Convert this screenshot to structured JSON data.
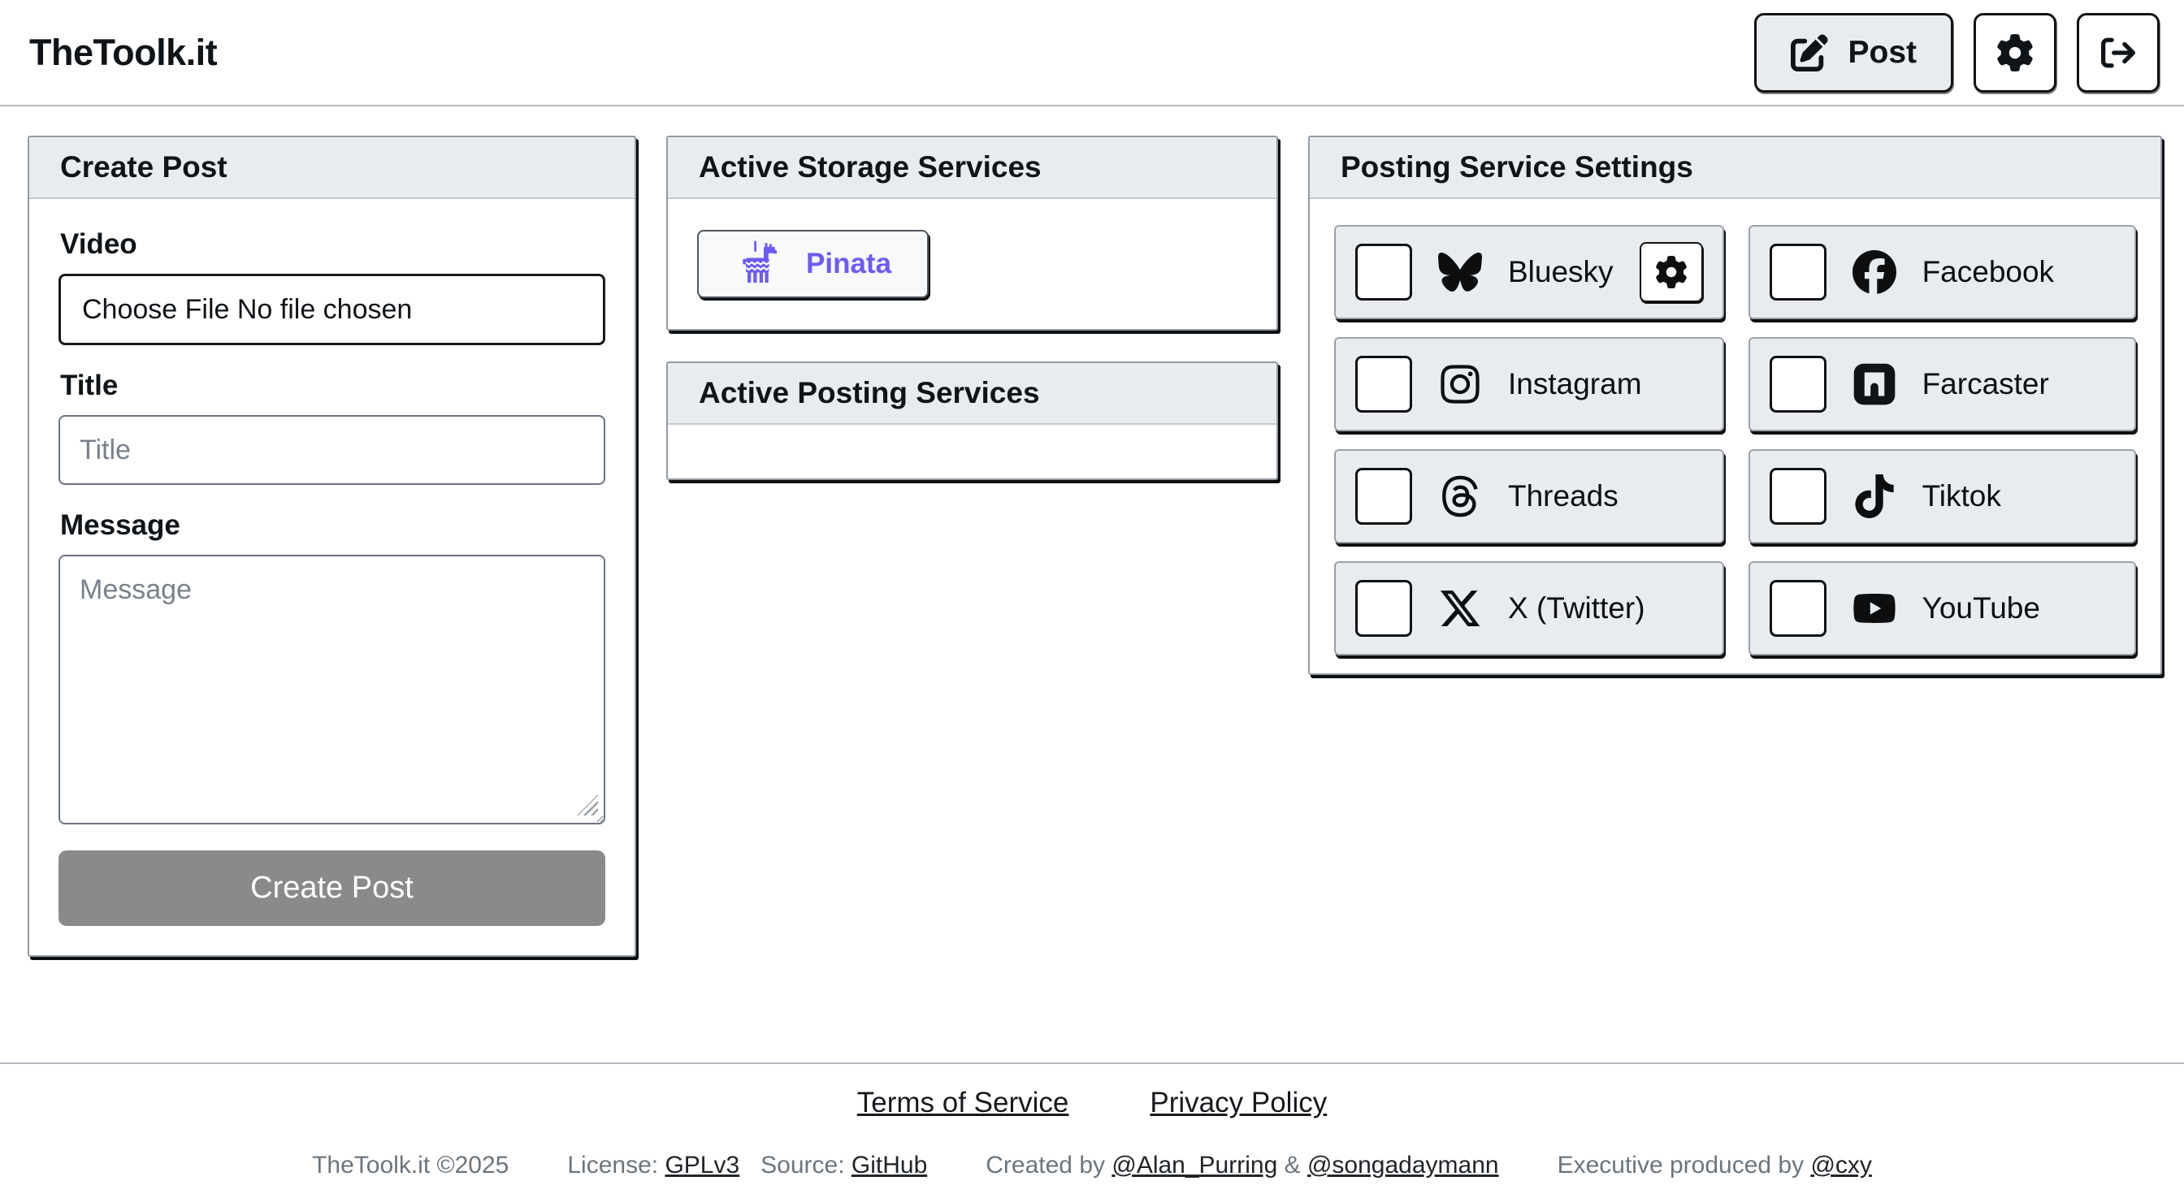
{
  "app": {
    "title": "TheToolk.it"
  },
  "colors": {
    "accent_purple": "#6D5BF5",
    "panel_header_bg": "#e9ecef",
    "submit_gray": "#8a8a8a",
    "card_bg": "#e9ecef"
  },
  "header": {
    "post_button": {
      "label": "Post",
      "icon": "pen-square-icon"
    },
    "settings_button": {
      "icon": "gear-icon"
    },
    "logout_button": {
      "icon": "sign-out-icon"
    }
  },
  "create_post": {
    "title": "Create Post",
    "video_label": "Video",
    "file_input_text": "Choose File No file chosen",
    "title_label": "Title",
    "title_placeholder": "Title",
    "message_label": "Message",
    "message_placeholder": "Message",
    "submit_label": "Create Post"
  },
  "storage_panel": {
    "title": "Active Storage Services",
    "services": [
      {
        "name": "Pinata",
        "icon": "pinata-icon"
      }
    ]
  },
  "posting_panel": {
    "title": "Active Posting Services"
  },
  "settings_panel": {
    "title": "Posting Service Settings",
    "services": [
      {
        "name": "Bluesky",
        "icon": "bluesky-icon",
        "has_settings": true
      },
      {
        "name": "Facebook",
        "icon": "facebook-icon"
      },
      {
        "name": "Instagram",
        "icon": "instagram-icon"
      },
      {
        "name": "Farcaster",
        "icon": "farcaster-icon"
      },
      {
        "name": "Threads",
        "icon": "threads-icon"
      },
      {
        "name": "Tiktok",
        "icon": "tiktok-icon"
      },
      {
        "name": "X (Twitter)",
        "icon": "x-twitter-icon"
      },
      {
        "name": "YouTube",
        "icon": "youtube-icon"
      }
    ]
  },
  "footer": {
    "terms_link": "Terms of Service",
    "privacy_link": "Privacy Policy",
    "copyright": "TheToolk.it ©2025",
    "license_label": "License:",
    "license_link": "GPLv3",
    "source_label": "Source:",
    "source_link": "GitHub",
    "created_by_label": "Created by",
    "creator1": "@Alan_Purring",
    "amp": "&",
    "creator2": "@songadaymann",
    "exec_label": "Executive produced by",
    "exec_link": "@cxy"
  }
}
